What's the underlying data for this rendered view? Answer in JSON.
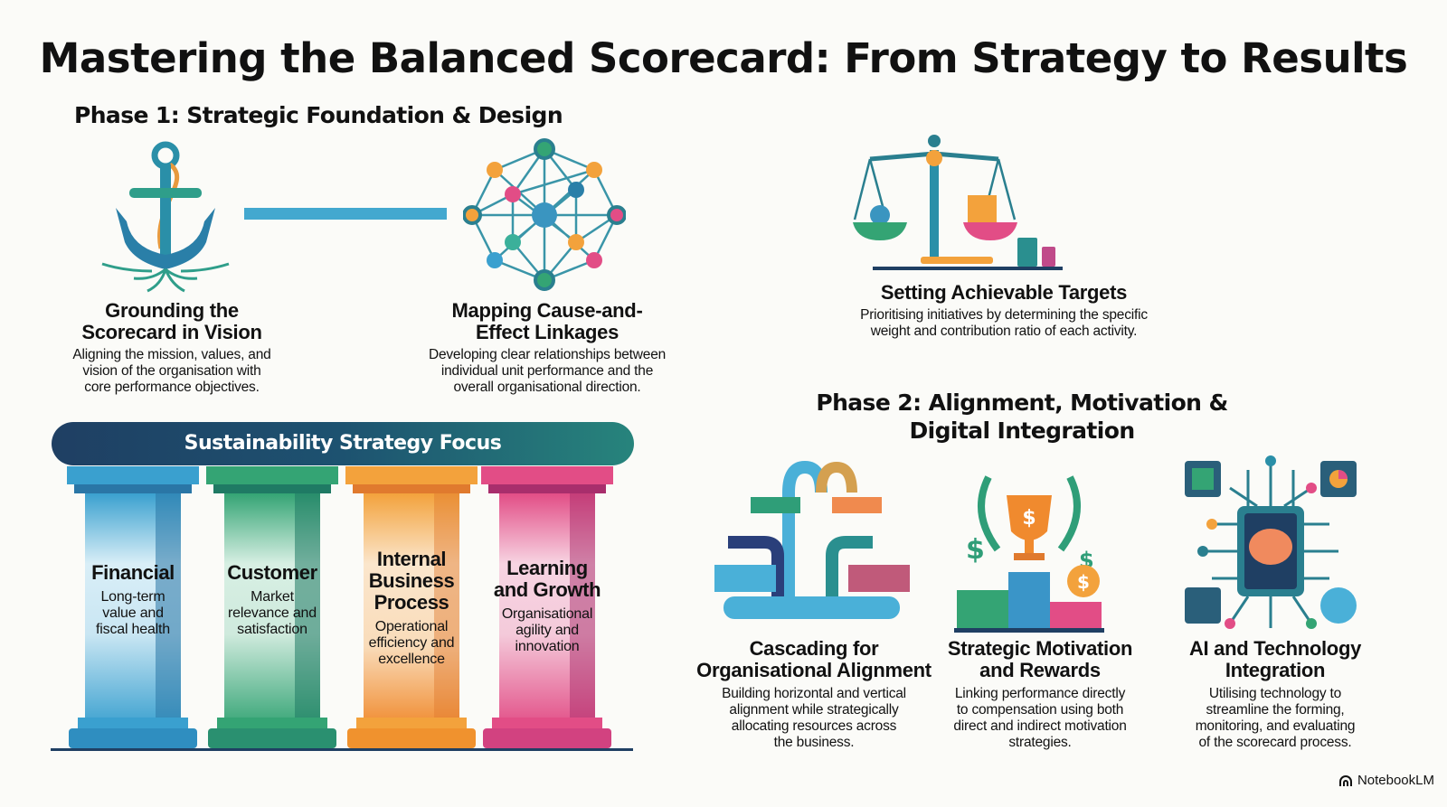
{
  "title": "Mastering the Balanced Scorecard: From Strategy to Results",
  "phase1": {
    "heading": "Phase 1: Strategic Foundation & Design",
    "steps": [
      {
        "icon": "anchor-roots-icon",
        "title_line1": "Grounding the",
        "title_line2": "Scorecard in Vision",
        "desc": [
          "Aligning the mission, values, and",
          "vision of the organisation with",
          "core performance objectives."
        ]
      },
      {
        "icon": "network-nodes-icon",
        "title_line1": "Mapping Cause-and-",
        "title_line2": "Effect Linkages",
        "desc": [
          "Developing clear relationships between",
          "individual unit performance and the",
          "overall organisational direction."
        ]
      },
      {
        "icon": "balance-scale-icon",
        "title_line1": "Setting Achievable Targets",
        "desc": [
          "Prioritising initiatives by determining the specific",
          "weight and contribution ratio of each activity."
        ]
      }
    ]
  },
  "pillars": {
    "banner": "Sustainability Strategy Focus",
    "items": [
      {
        "name_lines": [
          "Financial"
        ],
        "desc_lines": [
          "Long-term",
          "value and",
          "fiscal health"
        ],
        "color": "#3aa0cf",
        "dark": "#2a76a6"
      },
      {
        "name_lines": [
          "Customer"
        ],
        "desc_lines": [
          "Market",
          "relevance and",
          "satisfaction"
        ],
        "color": "#34a474",
        "dark": "#1f7a64"
      },
      {
        "name_lines": [
          "Internal",
          "Business",
          "Process"
        ],
        "desc_lines": [
          "Operational",
          "efficiency and",
          "excellence"
        ],
        "color": "#f3a23c",
        "dark": "#e07a2e"
      },
      {
        "name_lines": [
          "Learning",
          "and Growth"
        ],
        "desc_lines": [
          "Organisational",
          "agility and",
          "innovation"
        ],
        "color": "#e24d86",
        "dark": "#a82e6c"
      }
    ]
  },
  "phase2": {
    "heading_line1": "Phase 2: Alignment, Motivation &",
    "heading_line2": "Digital Integration",
    "steps": [
      {
        "icon": "cascading-flow-icon",
        "title_line1": "Cascading for",
        "title_line2": "Organisational Alignment",
        "desc": [
          "Building horizontal and vertical",
          "alignment while strategically",
          "allocating resources across",
          "the business."
        ]
      },
      {
        "icon": "trophy-podium-icon",
        "title_line1": "Strategic Motivation",
        "title_line2": "and Rewards",
        "desc": [
          "Linking performance directly",
          "to compensation using both",
          "direct and indirect motivation",
          "strategies."
        ]
      },
      {
        "icon": "ai-chip-brain-icon",
        "title_line1": "AI and Technology",
        "title_line2": "Integration",
        "desc": [
          "Utilising technology to",
          "streamline the forming,",
          "monitoring, and evaluating",
          "of the scorecard process."
        ]
      }
    ]
  },
  "branding": {
    "label": "NotebookLM"
  },
  "colors": {
    "blue": "#3aa0cf",
    "teal": "#2a7f8f",
    "green": "#34a474",
    "orange": "#f3a23c",
    "pink": "#e24d86",
    "navy": "#1f3f63"
  }
}
